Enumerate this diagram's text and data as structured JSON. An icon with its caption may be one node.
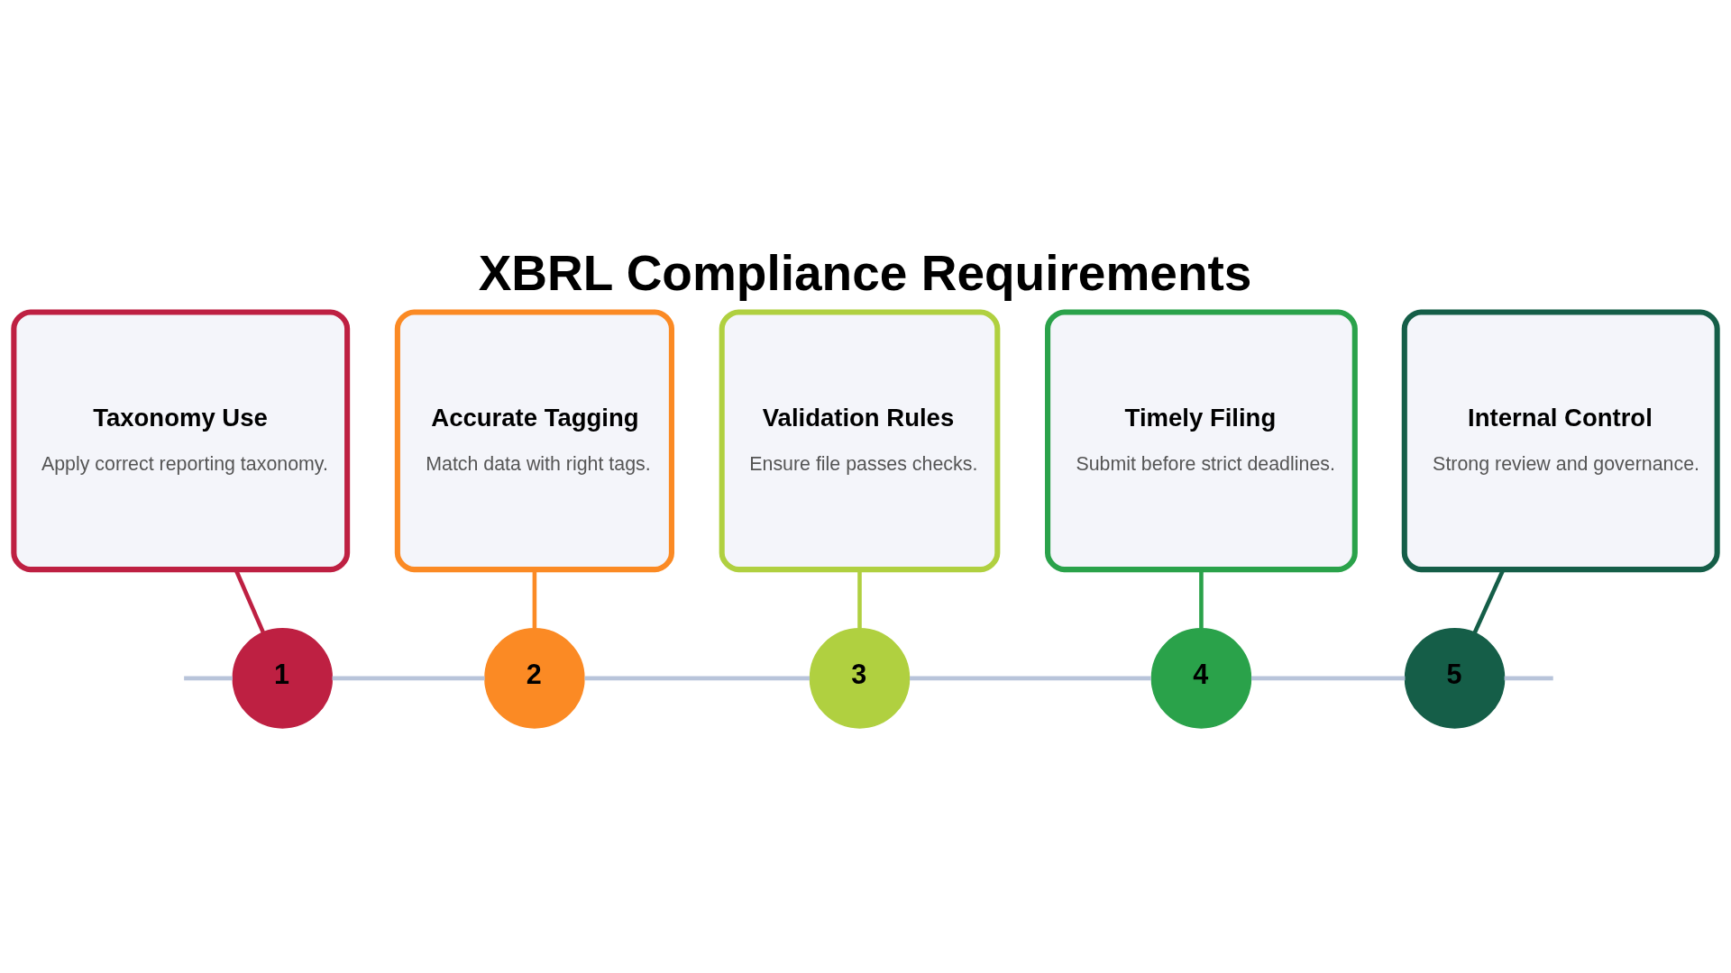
{
  "diagram": {
    "title": "XBRL Compliance Requirements",
    "nodes": [
      {
        "text": [
          "Taxonomy Use",
          "Apply correct reporting taxonomy."
        ]
      },
      {
        "text": [
          "Accurate Tagging",
          "Match data with right tags."
        ]
      },
      {
        "text": [
          "Validation Rules",
          "Ensure file passes checks."
        ]
      },
      {
        "text": [
          "Timely Filing",
          "Submit before strict deadlines."
        ]
      },
      {
        "text": [
          "Internal Control",
          "Strong review and governance."
        ]
      },
      {
        "text": [
          "1"
        ]
      },
      {
        "text": [
          "2"
        ]
      },
      {
        "text": [
          "3"
        ]
      },
      {
        "text": [
          "4"
        ]
      },
      {
        "text": [
          "5"
        ]
      }
    ],
    "edges": [
      {
        "from": 0,
        "to": 5,
        "arrow": "none",
        "color": "#be2042"
      },
      {
        "from": 1,
        "to": 6,
        "arrow": "none",
        "color": "#fb8a24"
      },
      {
        "from": 2,
        "to": 7,
        "arrow": "none",
        "color": "#b0d040"
      },
      {
        "from": 3,
        "to": 8,
        "arrow": "none",
        "color": "#2aa24a"
      },
      {
        "from": 4,
        "to": 9,
        "arrow": "none",
        "color": "#155e48"
      },
      {
        "from": null,
        "to": 5,
        "arrow": "none",
        "color": "#b8c4da"
      },
      {
        "from": 5,
        "to": 6,
        "arrow": "none",
        "color": "#b8c4da"
      },
      {
        "from": 6,
        "to": 7,
        "arrow": "none",
        "color": "#b8c4da"
      },
      {
        "from": 7,
        "to": 8,
        "arrow": "none",
        "color": "#b8c4da"
      },
      {
        "from": 8,
        "to": 9,
        "arrow": "none",
        "color": "#b8c4da"
      },
      {
        "from": 9,
        "to": null,
        "arrow": "none",
        "color": "#b8c4da"
      }
    ]
  }
}
